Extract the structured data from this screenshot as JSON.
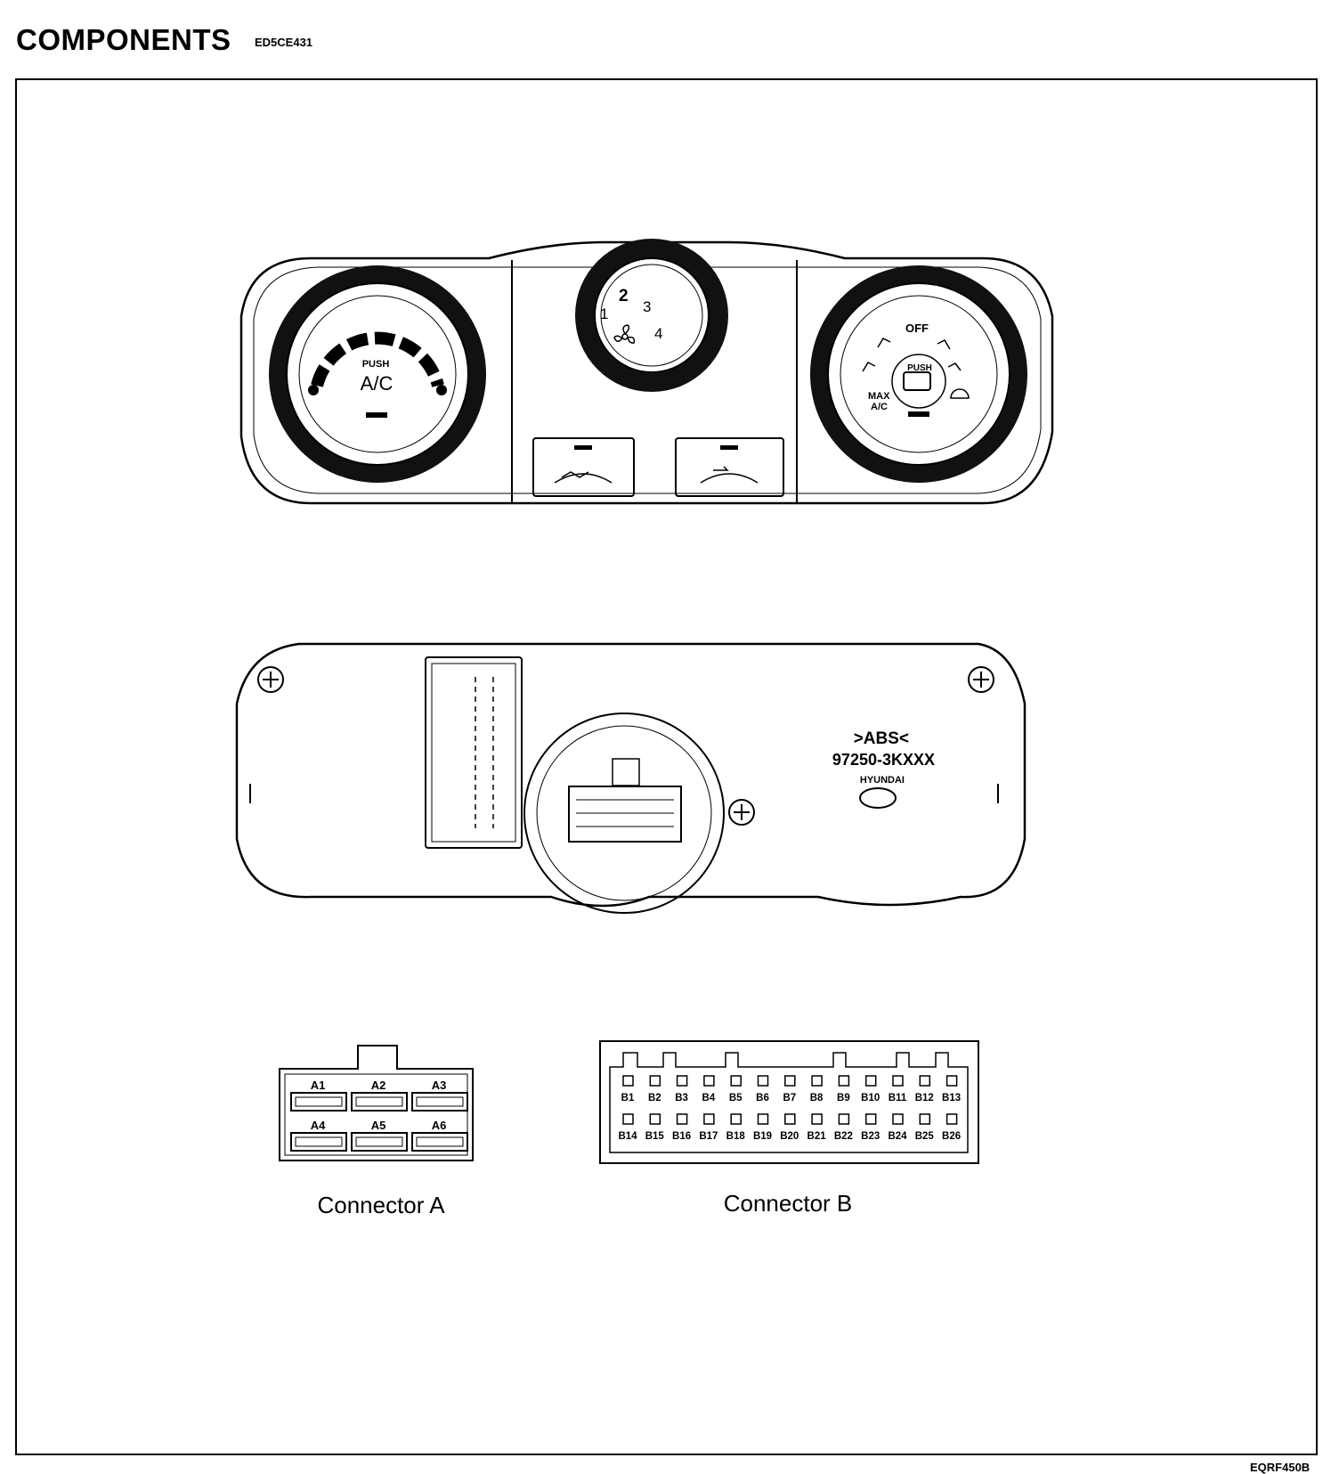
{
  "header": {
    "title": "COMPONENTS",
    "code": "ED5CE431"
  },
  "front_panel": {
    "left_knob": {
      "push_label": "PUSH",
      "ac_label": "A/C"
    },
    "center_knob": {
      "speeds": [
        "1",
        "2",
        "3",
        "4"
      ]
    },
    "right_knob": {
      "off_label": "OFF",
      "push_label": "PUSH",
      "max_label": "MAX",
      "max_ac_label": "A/C"
    }
  },
  "rear_panel": {
    "mark_abs": ">ABS<",
    "part_number": "97250-3KXXX",
    "brand": "HYUNDAI"
  },
  "connector_a": {
    "caption": "Connector A",
    "pins": [
      "A1",
      "A2",
      "A3",
      "A4",
      "A5",
      "A6"
    ]
  },
  "connector_b": {
    "caption": "Connector B",
    "pins": [
      "B1",
      "B2",
      "B3",
      "B4",
      "B5",
      "B6",
      "B7",
      "B8",
      "B9",
      "B10",
      "B11",
      "B12",
      "B13",
      "B14",
      "B15",
      "B16",
      "B17",
      "B18",
      "B19",
      "B20",
      "B21",
      "B22",
      "B23",
      "B24",
      "B25",
      "B26"
    ]
  },
  "footer": {
    "figure_code": "EQRF450B"
  }
}
